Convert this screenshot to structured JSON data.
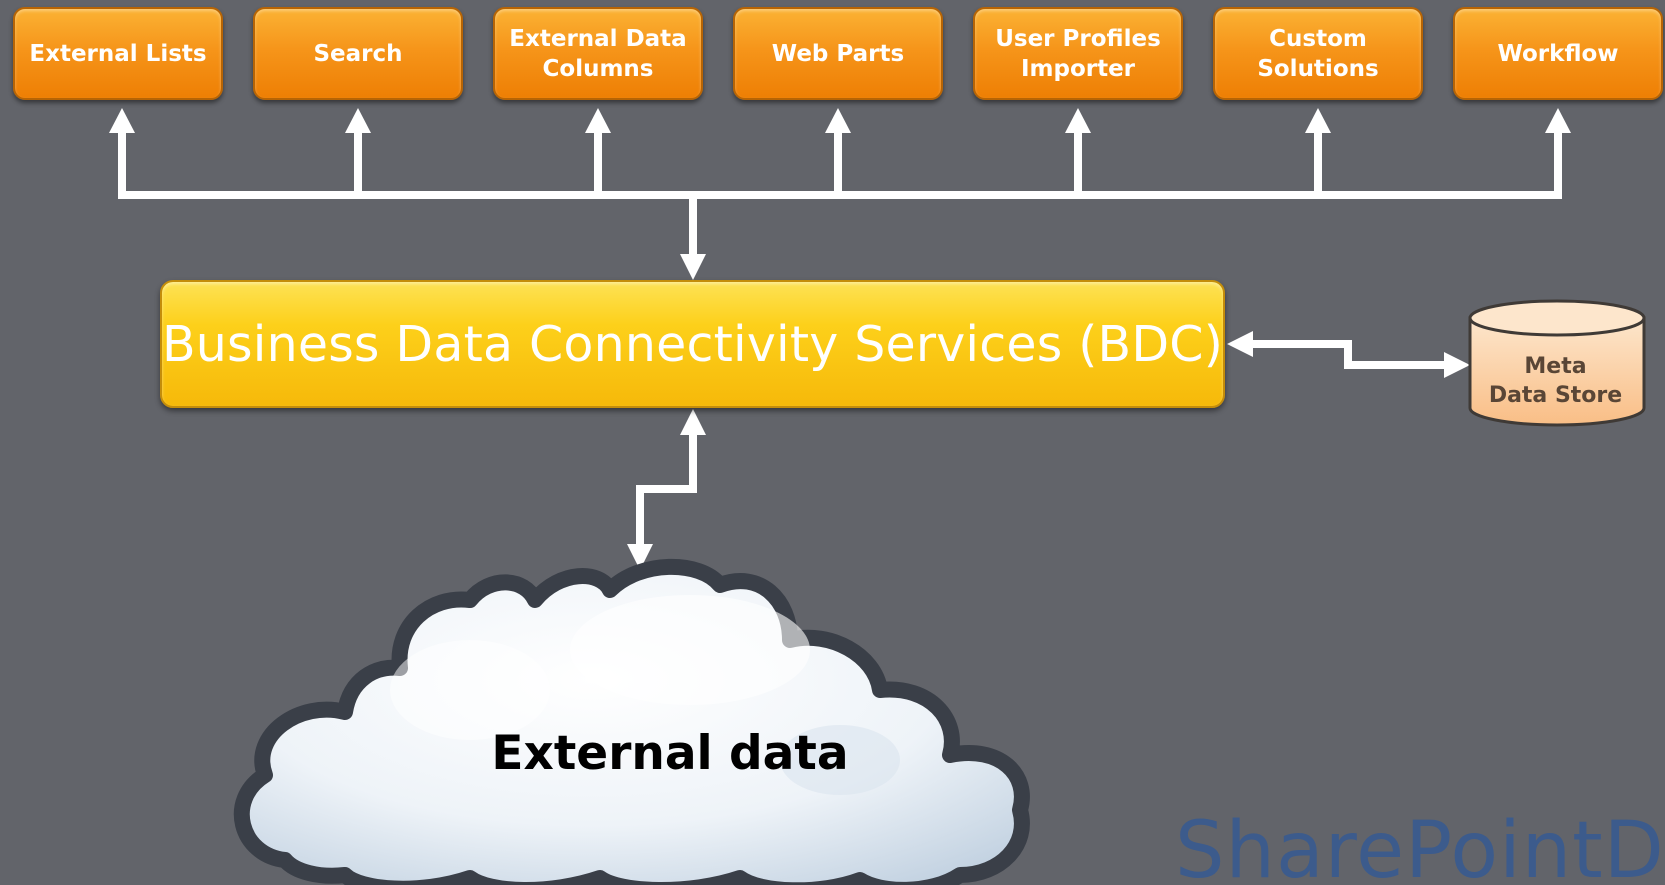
{
  "consumers": [
    {
      "id": "external-lists",
      "label": "External Lists"
    },
    {
      "id": "search",
      "label": "Search"
    },
    {
      "id": "external-data-columns",
      "label": "External Data\nColumns"
    },
    {
      "id": "web-parts",
      "label": "Web Parts"
    },
    {
      "id": "user-profiles-importer",
      "label": "User Profiles\nImporter"
    },
    {
      "id": "custom-solutions",
      "label": "Custom\nSolutions"
    },
    {
      "id": "workflow",
      "label": "Workflow"
    }
  ],
  "bdc": {
    "label": "Business Data Connectivity Services (BDC)"
  },
  "metadata_store": {
    "label": "Meta\nData Store"
  },
  "external_data": {
    "label": "External data"
  },
  "logo": {
    "text": "SharePointD"
  },
  "colors": {
    "background": "#62646a",
    "consumer_box": "#f6951a",
    "bdc_box": "#fdd01a",
    "store_fill": "#fcd3ab",
    "connector": "#ffffff",
    "logo": "#3c5b8c"
  }
}
